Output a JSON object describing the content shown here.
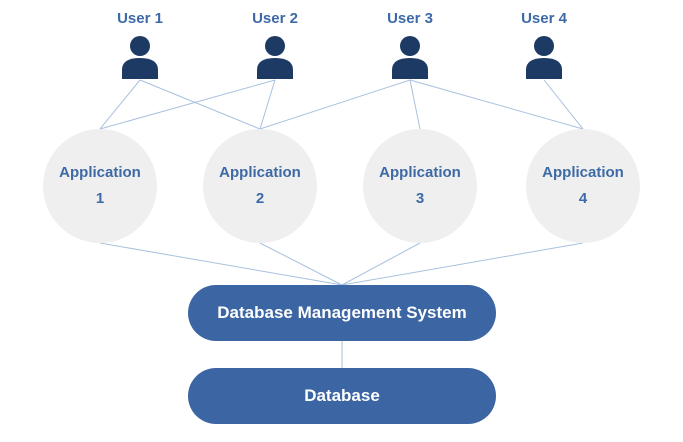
{
  "users": [
    {
      "label": "User 1"
    },
    {
      "label": "User 2"
    },
    {
      "label": "User 3"
    },
    {
      "label": "User 4"
    }
  ],
  "applications": [
    {
      "line1": "Application",
      "line2": "1"
    },
    {
      "line1": "Application",
      "line2": "2"
    },
    {
      "line1": "Application",
      "line2": "3"
    },
    {
      "line1": "Application",
      "line2": "4"
    }
  ],
  "dbms": {
    "label": "Database Management System"
  },
  "database": {
    "label": "Database"
  },
  "user_app_links": [
    [
      1,
      1
    ],
    [
      1,
      2
    ],
    [
      2,
      1
    ],
    [
      2,
      2
    ],
    [
      3,
      2
    ],
    [
      3,
      3
    ],
    [
      3,
      4
    ],
    [
      4,
      4
    ]
  ],
  "colors": {
    "icon": "#1c3a63",
    "label_text": "#3d6aa6",
    "app_fill": "#efefef",
    "pill_fill": "#3c65a4",
    "connector": "#a9c1de"
  }
}
